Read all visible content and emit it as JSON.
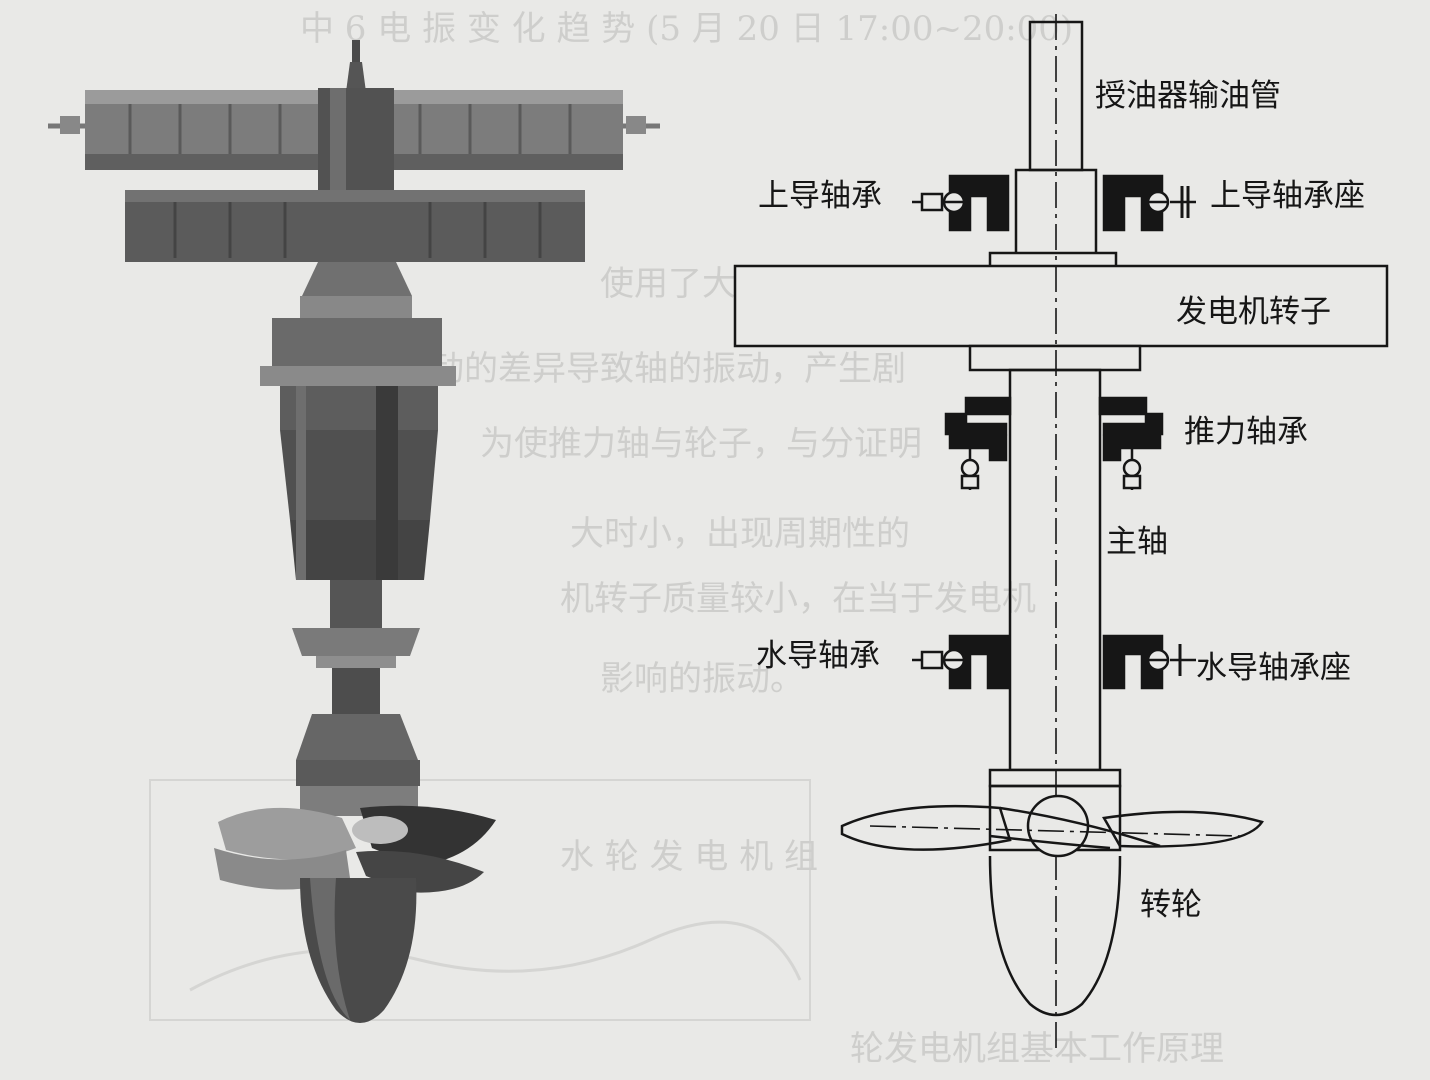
{
  "labels": {
    "oil_pipe": "授油器输油管",
    "upper_bearing": "上导轴承",
    "upper_bearing_seat": "上导轴承座",
    "rotor": "发电机转子",
    "thrust_bearing": "推力轴承",
    "main_shaft": "主轴",
    "water_bearing": "水导轴承",
    "water_bearing_seat": "水导轴承座",
    "runner": "转轮"
  },
  "colors": {
    "paper": "#e9e9e7",
    "ink": "#161616",
    "model_dark": "#3d3d3d",
    "model_mid": "#6c6c6c",
    "model_light": "#9a9a9a"
  }
}
